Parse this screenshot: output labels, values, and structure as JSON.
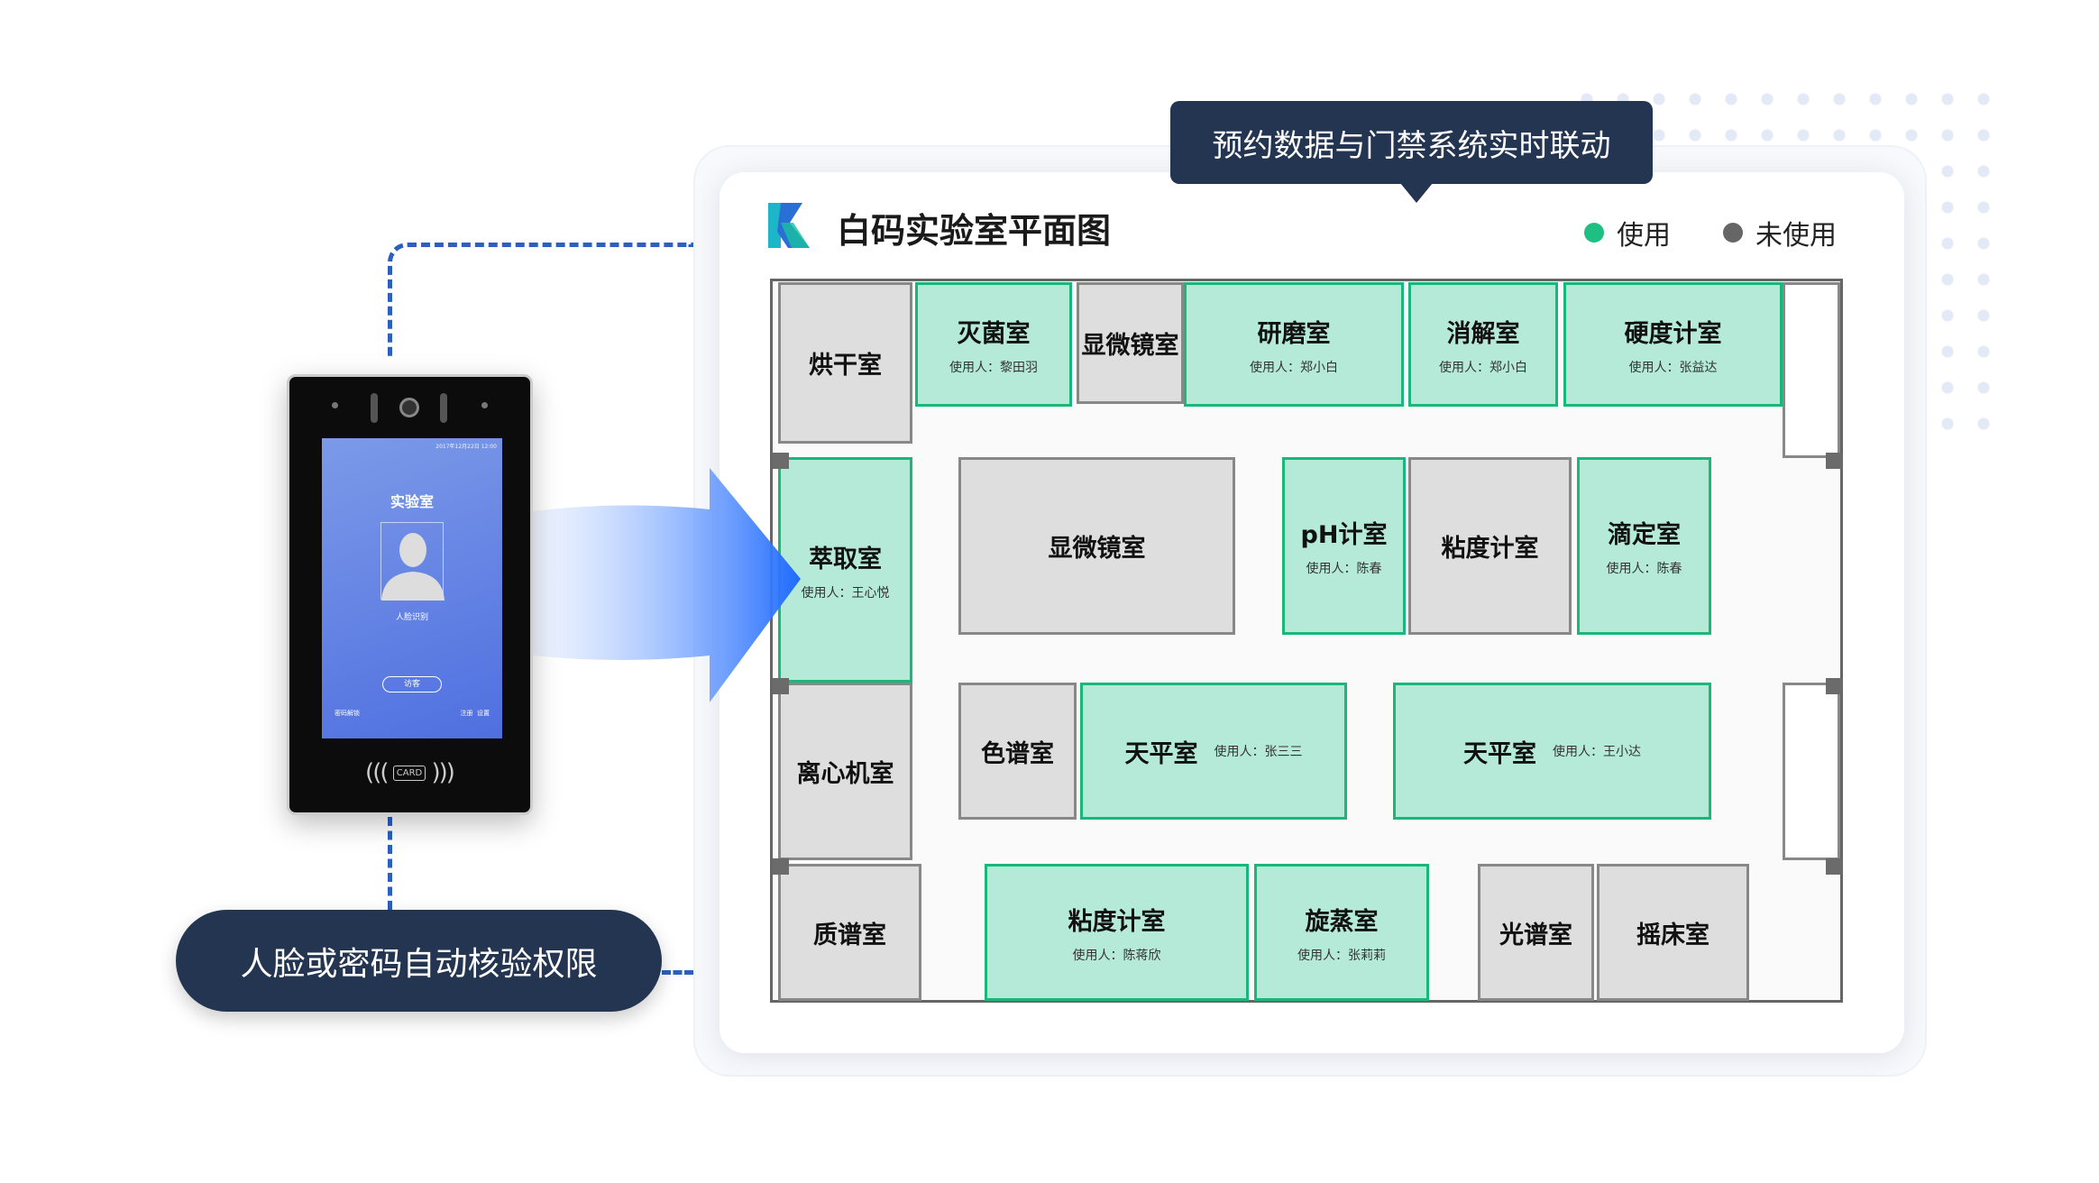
{
  "banner": "预约数据与门禁系统实时联动",
  "title": "白码实验室平面图",
  "legend": {
    "used": "使用",
    "unused": "未使用",
    "used_color": "#1dbf82",
    "unused_color": "#666666"
  },
  "rooms": [
    {
      "name": "烘干室"
    },
    {
      "name": "灭菌室",
      "user": "使用人：黎田羽"
    },
    {
      "name": "显微镜室"
    },
    {
      "name": "研磨室",
      "user": "使用人：郑小白"
    },
    {
      "name": "消解室",
      "user": "使用人：郑小白"
    },
    {
      "name": "硬度计室",
      "user": "使用人：张益达"
    },
    {
      "name": "萃取室",
      "user": "使用人：王心悦"
    },
    {
      "name": "显微镜室"
    },
    {
      "name": "pH计室",
      "user": "使用人：陈春"
    },
    {
      "name": "粘度计室"
    },
    {
      "name": "滴定室",
      "user": "使用人：陈春"
    },
    {
      "name": "离心机室"
    },
    {
      "name": "色谱室"
    },
    {
      "name": "天平室",
      "user": "使用人：张三三"
    },
    {
      "name": "天平室",
      "user": "使用人：王小达"
    },
    {
      "name": "质谱室"
    },
    {
      "name": "粘度计室",
      "user": "使用人：陈蒋欣"
    },
    {
      "name": "旋蒸室",
      "user": "使用人：张莉莉"
    },
    {
      "name": "光谱室"
    },
    {
      "name": "摇床室"
    }
  ],
  "device": {
    "status_time": "2017年12月22日 12:00",
    "screen_title": "实验室",
    "face_label": "人脸识别",
    "visitor_button": "访客",
    "password_unlock": "密码解锁",
    "register": "注册",
    "settings": "设置",
    "card": "CARD"
  },
  "caption": "人脸或密码自动核验权限"
}
